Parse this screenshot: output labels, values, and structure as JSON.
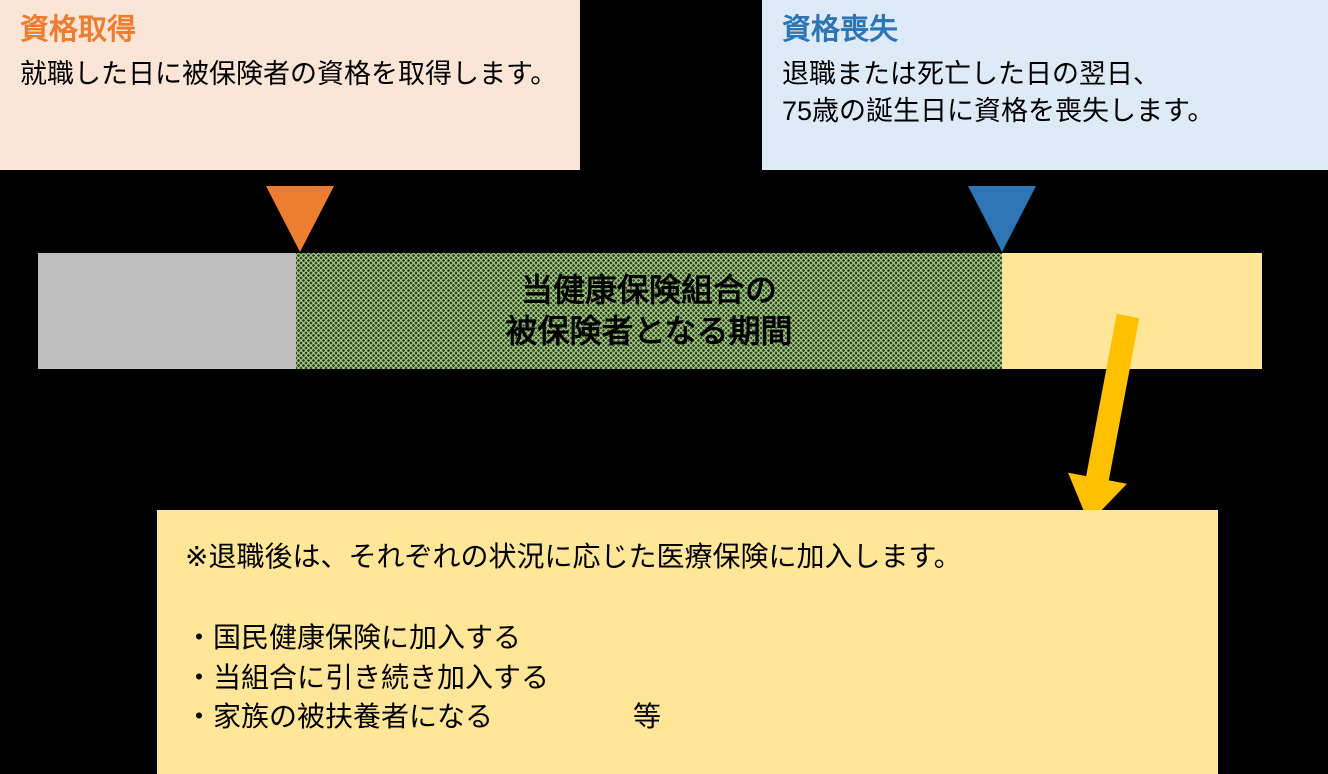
{
  "acquisition_box": {
    "title": "資格取得",
    "body": "就職した日に被保険者の資格を取得します。"
  },
  "loss_box": {
    "title": "資格喪失",
    "body_line1": "退職または死亡した日の翌日、",
    "body_line2": "75歳の誕生日に資格を喪失します。"
  },
  "timeline": {
    "label_line1": "当健康保険組合の",
    "label_line2": "被保険者となる期間"
  },
  "note_box": {
    "heading": "※退職後は、それぞれの状況に応じた医療保険に加入します。",
    "items": [
      "・国民健康保険に加入する",
      "・当組合に引き続き加入する",
      "・家族の被扶養者になる　　　　　等"
    ]
  },
  "colors": {
    "background": "#000000",
    "acquisition_bg": "#FBE5D6",
    "acquisition_accent": "#ED7D31",
    "loss_bg": "#DEEBF7",
    "loss_accent": "#2E75B6",
    "bar_gray": "#BFBFBF",
    "bar_green": "#A8C98A",
    "bar_yellow": "#FFE699",
    "arrow": "#FFC000",
    "note_bg": "#FFE699"
  }
}
